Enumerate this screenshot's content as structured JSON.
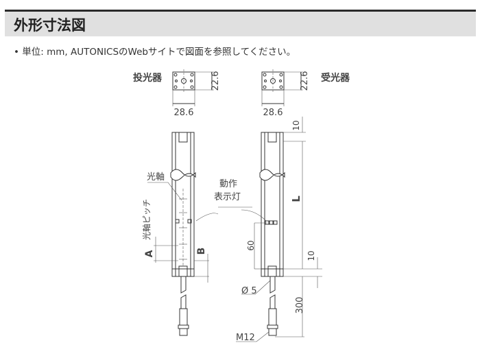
{
  "section": {
    "title": "外形寸法図"
  },
  "note": "• 単位: mm, AUTONICSのWebサイトで図面を参照してください。",
  "drawing": {
    "emitter_label": "投光器",
    "receiver_label": "受光器",
    "width_dim": "28.6",
    "depth_dim": "22.6",
    "top_offset": "10",
    "bottom_offset": "10",
    "length_dim": "L",
    "optical_axis": "光軸",
    "optical_pitch": "光軸ピッチ",
    "indicator_line1": "動作",
    "indicator_line2": "表示灯",
    "dim_a": "A",
    "dim_b": "B",
    "dim_60": "60",
    "cable_dia": "Ø 5",
    "cable_len": "300",
    "connector": "M12"
  }
}
